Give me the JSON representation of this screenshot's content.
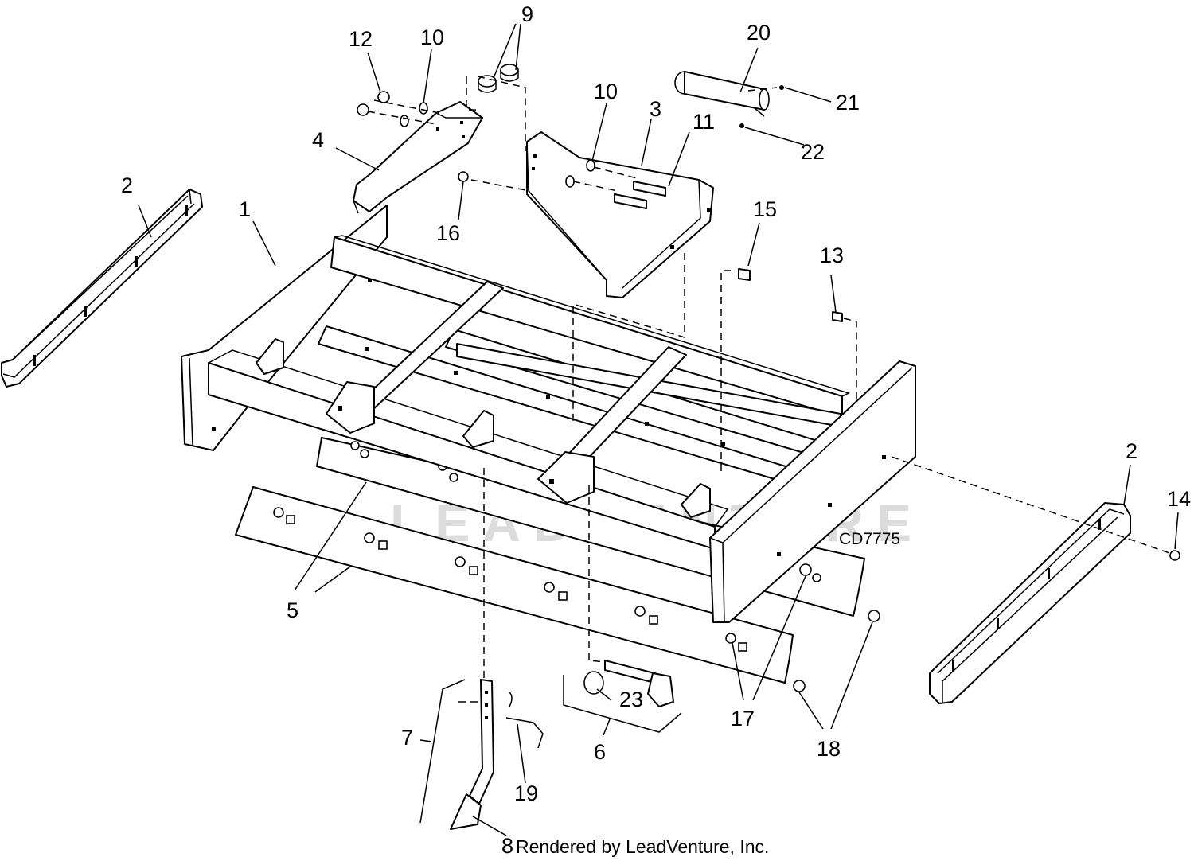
{
  "diagram": {
    "code": "CD7775",
    "credit": "Rendered by LeadVenture, Inc.",
    "watermark": "LEADVENTURE",
    "callouts": {
      "c1": "1",
      "c2a": "2",
      "c2b": "2",
      "c3": "3",
      "c4": "4",
      "c5": "5",
      "c6": "6",
      "c7": "7",
      "c8": "8",
      "c9": "9",
      "c10a": "10",
      "c10b": "10",
      "c11": "11",
      "c12": "12",
      "c13": "13",
      "c14": "14",
      "c15": "15",
      "c16": "16",
      "c17": "17",
      "c18": "18",
      "c19": "19",
      "c20": "20",
      "c21": "21",
      "c22": "22",
      "c23": "23"
    }
  }
}
